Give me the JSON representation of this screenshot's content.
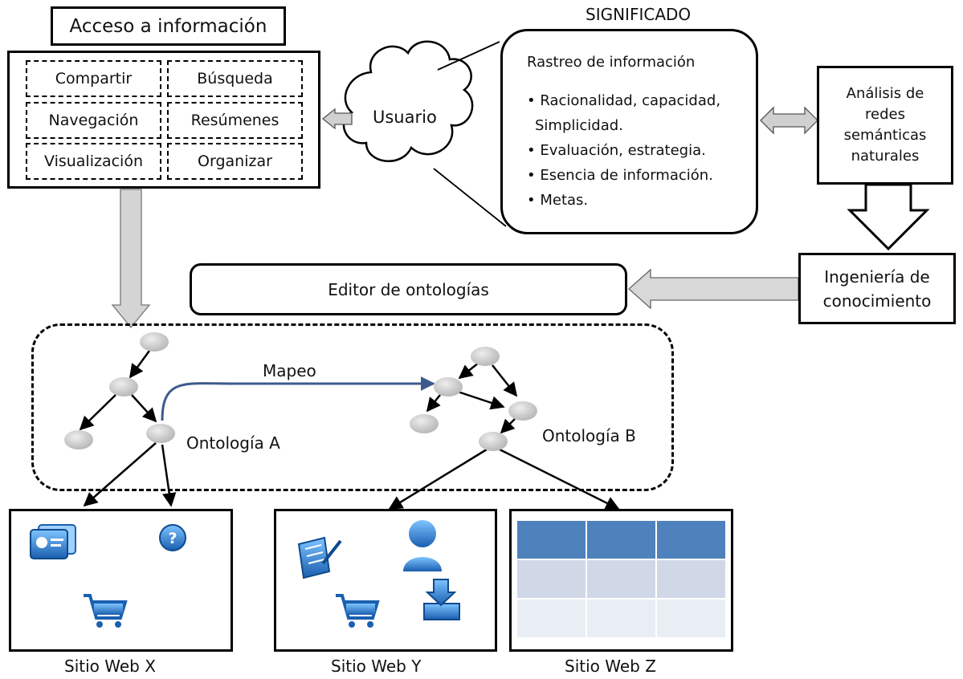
{
  "access": {
    "title": "Acceso a información",
    "items": [
      "Compartir",
      "Búsqueda",
      "Navegación",
      "Resúmenes",
      "Visualización",
      "Organizar"
    ]
  },
  "user": {
    "label": "Usuario"
  },
  "meaning": {
    "heading": "SIGNIFICADO",
    "title": "Rastreo de información",
    "lines": [
      "• Racionalidad, capacidad,",
      "  Simplicidad.",
      "• Evaluación, estrategia.",
      "• Esencia de información.",
      "• Metas."
    ]
  },
  "analysis": {
    "lines": [
      "Análisis de",
      "redes",
      "semánticas",
      "naturales"
    ]
  },
  "engineering": {
    "lines": [
      "Ingeniería de",
      "conocimiento"
    ]
  },
  "editor": {
    "label": "Editor de ontologías"
  },
  "ontologies": {
    "mapping_label": "Mapeo",
    "a_label": "Ontología A",
    "b_label": "Ontología B"
  },
  "sites": {
    "x_label": "Sitio Web X",
    "y_label": "Sitio Web Y",
    "z_label": "Sitio Web Z"
  },
  "colors": {
    "node_fill": "#c8c8c8",
    "mapping_arrow": "#3c5a8c",
    "hollow_arrow": "#d0d0d0",
    "icon_blue": "#2a78c8",
    "table_header": "#4f81bd",
    "table_band1": "#d0d8e8",
    "table_band2": "#e9edf4"
  }
}
